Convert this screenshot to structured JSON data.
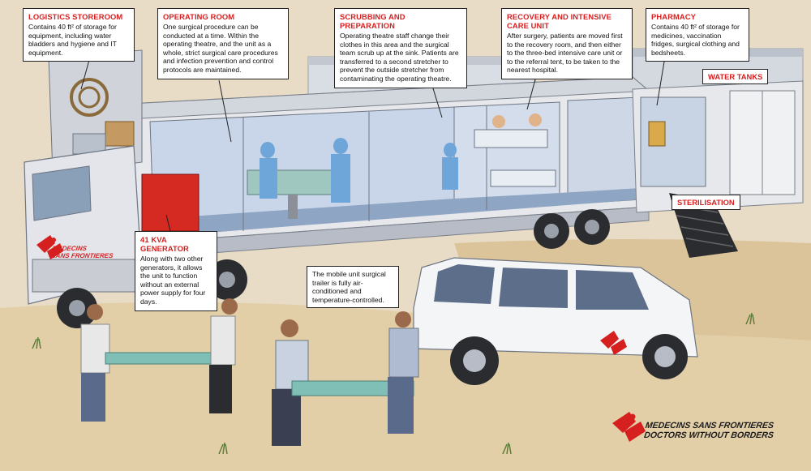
{
  "callouts": {
    "logistics": {
      "title": "LOGISTICS STOREROOM",
      "body": "Contains 40 ft² of storage for equipment, including water bladders and hygiene and IT equipment."
    },
    "operating": {
      "title": "OPERATING ROOM",
      "body": "One surgical procedure can be conducted at a time. Within the operating theatre, and the unit as a whole, strict surgical care procedures and infection prevention and control protocols are maintained."
    },
    "scrubbing": {
      "title": "SCRUBBING AND PREPARATION",
      "body": "Operating theatre staff change their clothes in this area and the surgical team scrub up at the sink. Patients are transferred to a second stretcher to prevent the outside stretcher from contaminating the operating theatre."
    },
    "recovery": {
      "title": "RECOVERY AND INTENSIVE CARE UNIT",
      "body": "After surgery, patients are moved first to the recovery room, and then either to the three-bed intensive care unit or to the referral tent, to be taken to the nearest hospital."
    },
    "pharmacy": {
      "title": "PHARMACY",
      "body": "Contains 40 ft² of storage for medicines, vaccination fridges, surgical clothing and bedsheets."
    },
    "generator": {
      "title": "41 KVA GENERATOR",
      "body": "Along with two other generators, it allows the unit to function without an external power supply for four days."
    }
  },
  "tags": {
    "water_tanks": "WATER TANKS",
    "sterilisation": "STERILISATION"
  },
  "note": "The mobile unit surgical trailer is fully air-conditioned and temperature-controlled.",
  "branding": {
    "truck_logo": [
      "MEDECINS",
      "SANS FRONTIERES"
    ],
    "footer_logo": [
      "MEDECINS SANS FRONTIERES",
      "DOCTORS WITHOUT BORDERS"
    ]
  },
  "colors": {
    "accent_red": "#d61f1f",
    "trailer_body": "#e6e8ec",
    "trailer_shadow": "#b8bcc6",
    "interior": "#c9d6ea"
  }
}
